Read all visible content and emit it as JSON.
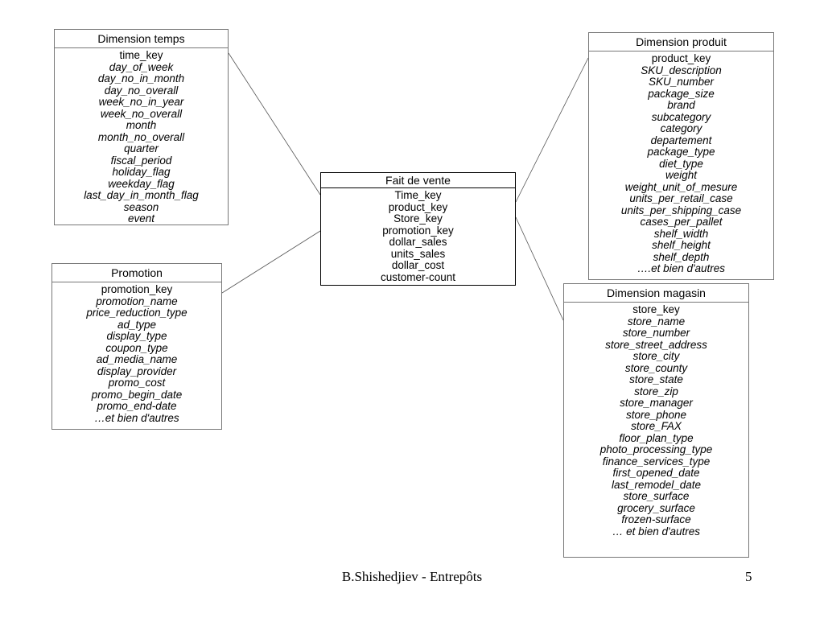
{
  "entities": [
    {
      "id": "dim-temps",
      "title": "Dimension temps",
      "attributes": [
        "time_key",
        "day_of_week",
        "day_no_in_month",
        "day_no_overall",
        "week_no_in_year",
        "week_no_overall",
        "month",
        "month_no_overall",
        "quarter",
        "fiscal_period",
        "holiday_flag",
        "weekday_flag",
        "last_day_in_month_flag",
        "season",
        "event"
      ]
    },
    {
      "id": "promotion",
      "title": "Promotion",
      "attributes": [
        "promotion_key",
        "promotion_name",
        "price_reduction_type",
        "ad_type",
        "display_type",
        "coupon_type",
        "ad_media_name",
        "display_provider",
        "promo_cost",
        "promo_begin_date",
        "promo_end-date",
        "…et bien d'autres"
      ]
    },
    {
      "id": "fact",
      "title": "Fait de vente",
      "attributes": [
        "Time_key",
        "product_key",
        "Store_key",
        "promotion_key",
        "dollar_sales",
        "units_sales",
        "dollar_cost",
        "customer-count"
      ]
    },
    {
      "id": "dim-produit",
      "title": "Dimension produit",
      "attributes": [
        "product_key",
        "SKU_description",
        "SKU_number",
        "package_size",
        "brand",
        "subcategory",
        "category",
        "departement",
        "package_type",
        "diet_type",
        "weight",
        "weight_unit_of_mesure",
        "units_per_retail_case",
        "units_per_shipping_case",
        "cases_per_pallet",
        "shelf_width",
        "shelf_height",
        "shelf_depth",
        "….et bien d'autres"
      ]
    },
    {
      "id": "dim-magasin",
      "title": "Dimension magasin",
      "attributes": [
        "store_key",
        "store_name",
        "store_number",
        "store_street_address",
        "store_city",
        "store_county",
        "store_state",
        "store_zip",
        "store_manager",
        "store_phone",
        "store_FAX",
        "floor_plan_type",
        "photo_processing_type",
        "finance_services_type",
        "first_opened_date",
        "last_remodel_date",
        "store_surface",
        "grocery_surface",
        "frozen-surface",
        "… et bien d'autres"
      ]
    }
  ],
  "footer": {
    "author": "B.Shishedjiev - Entrepôts",
    "page": "5"
  }
}
